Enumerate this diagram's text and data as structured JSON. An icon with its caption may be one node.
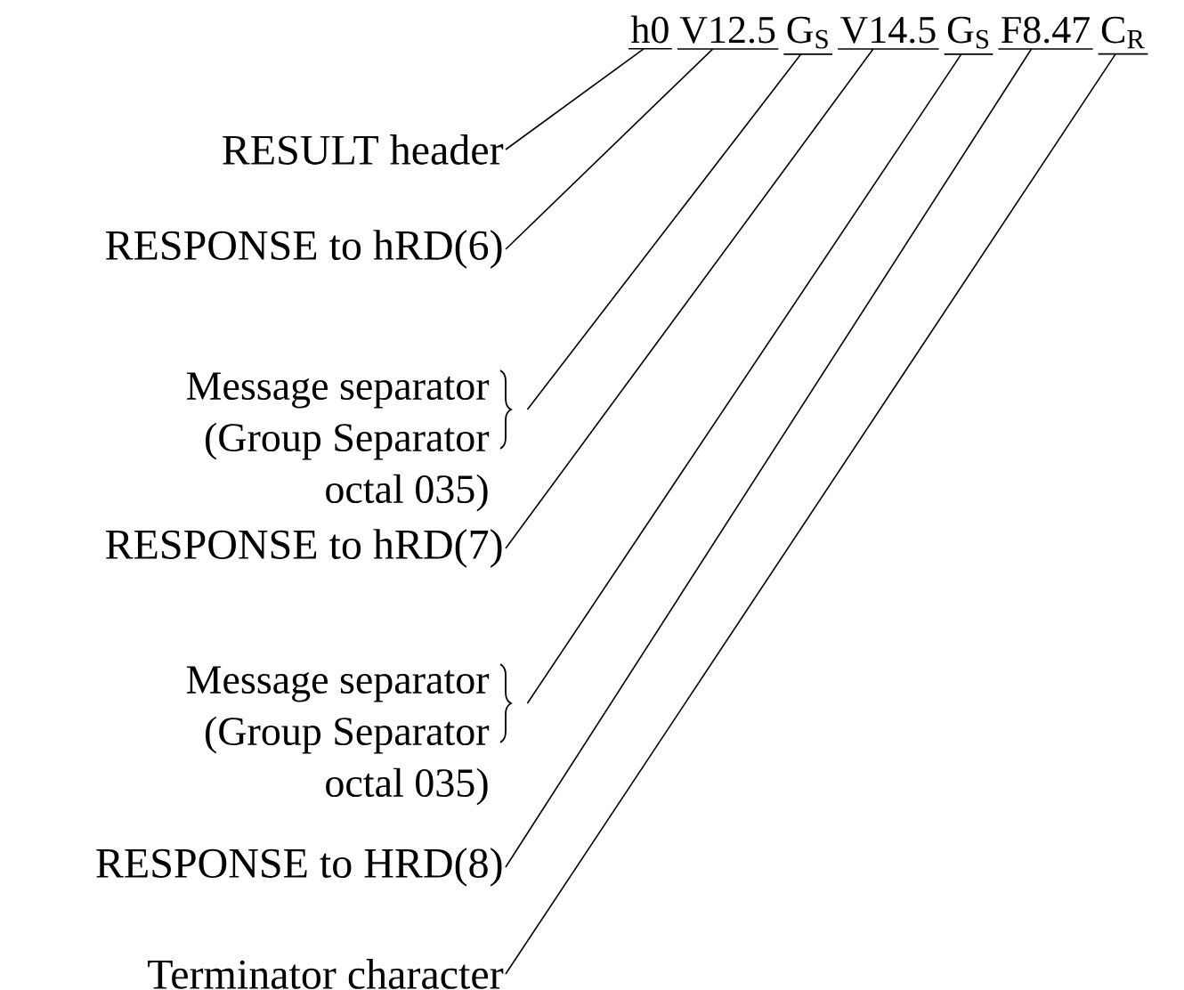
{
  "diagram": {
    "nodes": [
      {
        "text": [
          "RESULT header"
        ]
      },
      {
        "text": [
          "RESPONSE to hRD(6)"
        ]
      },
      {
        "text": [
          "Message separator (Group Separator octal 035)"
        ]
      },
      {
        "text": [
          "RESPONSE to hRD(7)"
        ]
      },
      {
        "text": [
          "Message separator (Group Separator octal 035)"
        ]
      },
      {
        "text": [
          "RESPONSE to HRD(8)"
        ]
      },
      {
        "text": [
          "Terminator character"
        ]
      },
      {
        "text": [
          "h0"
        ]
      },
      {
        "text": [
          "V12.5"
        ]
      },
      {
        "text": [
          "G$_{S}$"
        ]
      },
      {
        "text": [
          "V14.5"
        ]
      },
      {
        "text": [
          "G$_{S}$"
        ]
      },
      {
        "text": [
          "F8.47"
        ]
      },
      {
        "text": [
          "C$_{R}$"
        ]
      }
    ],
    "edges": [
      {
        "from": 0,
        "to": 7,
        "arrow": "none"
      },
      {
        "from": 1,
        "to": 8,
        "arrow": "none"
      },
      {
        "from": 2,
        "to": 9,
        "arrow": "none"
      },
      {
        "from": 3,
        "to": 10,
        "arrow": "none"
      },
      {
        "from": 4,
        "to": 11,
        "arrow": "none"
      },
      {
        "from": 5,
        "to": 12,
        "arrow": "none"
      },
      {
        "from": 6,
        "to": 13,
        "arrow": "none"
      }
    ]
  }
}
